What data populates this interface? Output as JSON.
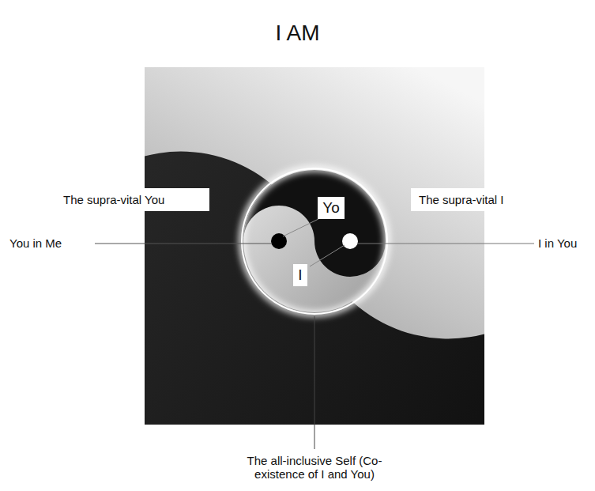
{
  "diagram": {
    "title": "I AM",
    "nodes": [
      {
        "text": [
          "The supra-vital You"
        ]
      },
      {
        "text": [
          "Yo"
        ]
      },
      {
        "text": [
          "The supra-vital I"
        ]
      },
      {
        "text": [
          "I"
        ]
      }
    ],
    "labels": [
      "You in Me",
      "I in You",
      "The all-inclusive Self (Co-existence of I and You)"
    ]
  }
}
